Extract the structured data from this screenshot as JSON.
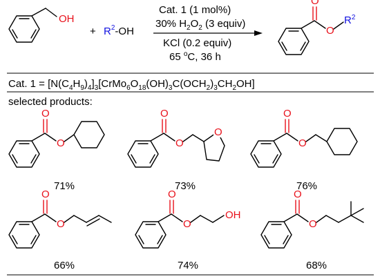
{
  "reaction": {
    "substrate_oh": "OH",
    "plus": "+",
    "alcohol": {
      "prefix": "R",
      "sup": "2",
      "suffix": "-OH"
    },
    "conditions": {
      "line1": "Cat. 1 (1 mol%)",
      "line2": {
        "a": "30% H",
        "sub": "2",
        "b": "O",
        "sub2": "2",
        "c": " (3 equiv)"
      },
      "line3": "KCl (0.2 equiv)",
      "line4": {
        "a": "65 ",
        "sup": "o",
        "b": "C, 36 h"
      }
    },
    "product": {
      "o_carbonyl": "O",
      "o_ester": "O",
      "r": "R",
      "r_sup": "2"
    }
  },
  "catalyst": {
    "segments": [
      {
        "t": "Cat. 1 = [N(C",
        "s": ""
      },
      {
        "t": "4",
        "s": "sub"
      },
      {
        "t": "H",
        "s": ""
      },
      {
        "t": "9",
        "s": "sub"
      },
      {
        "t": ")",
        "s": ""
      },
      {
        "t": "4",
        "s": "sub"
      },
      {
        "t": "]",
        "s": ""
      },
      {
        "t": "3",
        "s": "sub"
      },
      {
        "t": "[CrMo",
        "s": ""
      },
      {
        "t": "6",
        "s": "sub"
      },
      {
        "t": "O",
        "s": ""
      },
      {
        "t": "18",
        "s": "sub"
      },
      {
        "t": "(OH)",
        "s": ""
      },
      {
        "t": "3",
        "s": "sub"
      },
      {
        "t": "C(OCH",
        "s": ""
      },
      {
        "t": "2",
        "s": "sub"
      },
      {
        "t": ")",
        "s": ""
      },
      {
        "t": "3",
        "s": "sub"
      },
      {
        "t": "CH",
        "s": ""
      },
      {
        "t": "2",
        "s": "sub"
      },
      {
        "t": "OH]",
        "s": ""
      }
    ]
  },
  "selected_label": "selected products:",
  "products": [
    {
      "yield": "71%",
      "o_carbonyl": "O",
      "o_ester": "O"
    },
    {
      "yield": "73%",
      "o_carbonyl": "O",
      "o_ester": "O",
      "o_ring": "O"
    },
    {
      "yield": "76%",
      "o_carbonyl": "O",
      "o_ester": "O"
    },
    {
      "yield": "66%",
      "o_carbonyl": "O",
      "o_ester": "O"
    },
    {
      "yield": "74%",
      "o_carbonyl": "O",
      "o_ester": "O",
      "oh": "OH"
    },
    {
      "yield": "68%",
      "o_carbonyl": "O",
      "o_ester": "O"
    }
  ],
  "colors": {
    "oxygen": "#e8101a",
    "r_group": "#1010e0"
  }
}
